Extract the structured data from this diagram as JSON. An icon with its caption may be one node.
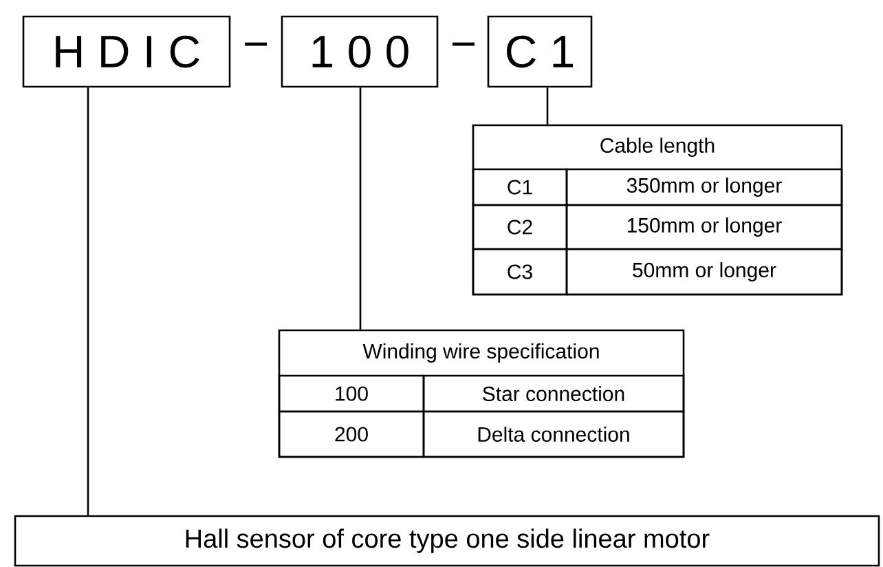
{
  "diagram": {
    "nodes": [
      {
        "text": [
          "H D I C"
        ]
      },
      {
        "text": [
          "1 0 0"
        ]
      },
      {
        "text": [
          "C 1"
        ]
      },
      {
        "text": [
          "Cable length"
        ]
      },
      {
        "text": [
          "C1"
        ],
        "in": 3
      },
      {
        "text": [
          "350mm or longer"
        ],
        "in": 3
      },
      {
        "text": [
          "C2"
        ],
        "in": 3
      },
      {
        "text": [
          "150mm or longer"
        ],
        "in": 3
      },
      {
        "text": [
          "C3"
        ],
        "in": 3
      },
      {
        "text": [
          "50mm or longer"
        ],
        "in": 3
      },
      {
        "text": [
          "Winding wire specification"
        ]
      },
      {
        "text": [
          "100"
        ],
        "in": 10
      },
      {
        "text": [
          "Star connection"
        ],
        "in": 10
      },
      {
        "text": [
          "200"
        ],
        "in": 10
      },
      {
        "text": [
          "Delta connection"
        ],
        "in": 10
      },
      {
        "text": [
          "Hall sensor of core type one side linear motor"
        ]
      }
    ],
    "edges": [
      {
        "from": 2,
        "to": 3,
        "arrow": "none"
      },
      {
        "from": 1,
        "to": 10,
        "arrow": "none"
      },
      {
        "from": 0,
        "to": 15,
        "arrow": "none"
      }
    ],
    "labels": [
      "−",
      "−"
    ]
  }
}
